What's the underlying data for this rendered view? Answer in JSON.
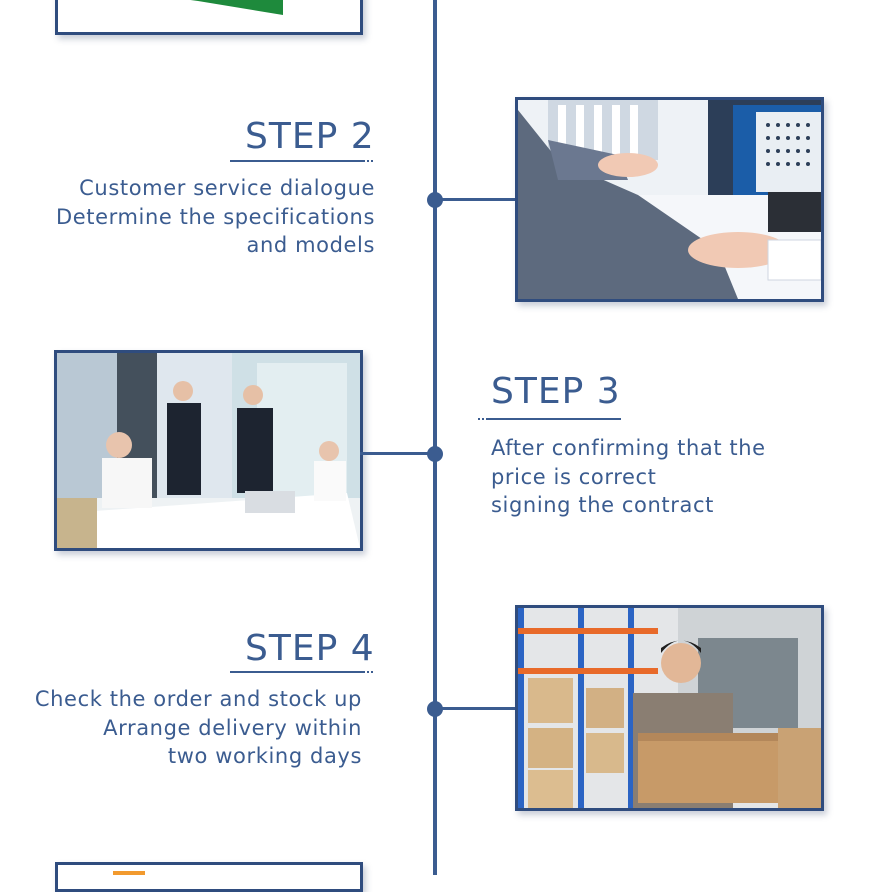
{
  "colors": {
    "accent": "#3b5c90",
    "frame": "#2f4c7e"
  },
  "steps": [
    {
      "title": "STEP 2",
      "lines": [
        "Customer service dialogue",
        "Determine the specifications",
        "and models"
      ],
      "image": "office-typing-photo"
    },
    {
      "title": "STEP 3",
      "lines": [
        "After confirming that the",
        "price is correct",
        "signing the contract"
      ],
      "image": "business-handshake-photo"
    },
    {
      "title": "STEP 4",
      "lines": [
        "Check the order and stock up",
        "Arrange delivery within",
        "two working days"
      ],
      "image": "warehouse-delivery-photo"
    }
  ]
}
